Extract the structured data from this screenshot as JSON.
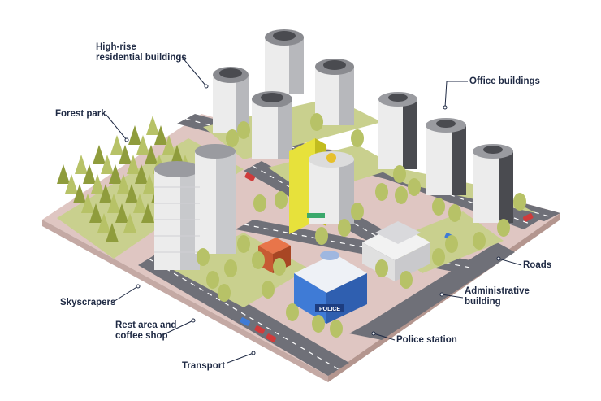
{
  "labels": {
    "highrise_line1": "High-rise",
    "highrise_line2": "residential buildings",
    "forest": "Forest park",
    "office": "Office buildings",
    "skyscrapers": "Skyscrapers",
    "rest_line1": "Rest area and",
    "rest_line2": "coffee shop",
    "transport": "Transport",
    "roads": "Roads",
    "admin_line1": "Administrative",
    "admin_line2": "building",
    "police": "Police station"
  },
  "signs": {
    "police_sign": "POLICE"
  },
  "colors": {
    "road": "#6f7078",
    "sidewalk": "#e9d3cf",
    "grass": "#c9d08e",
    "tree": "#b7c267",
    "tree_dark": "#8f9c3c",
    "building_light": "#ececec",
    "building_shade": "#b7b8bc",
    "police_blue": "#3f7bd6",
    "yellow_building": "#e7e13b",
    "label_text": "#1f2a44"
  }
}
